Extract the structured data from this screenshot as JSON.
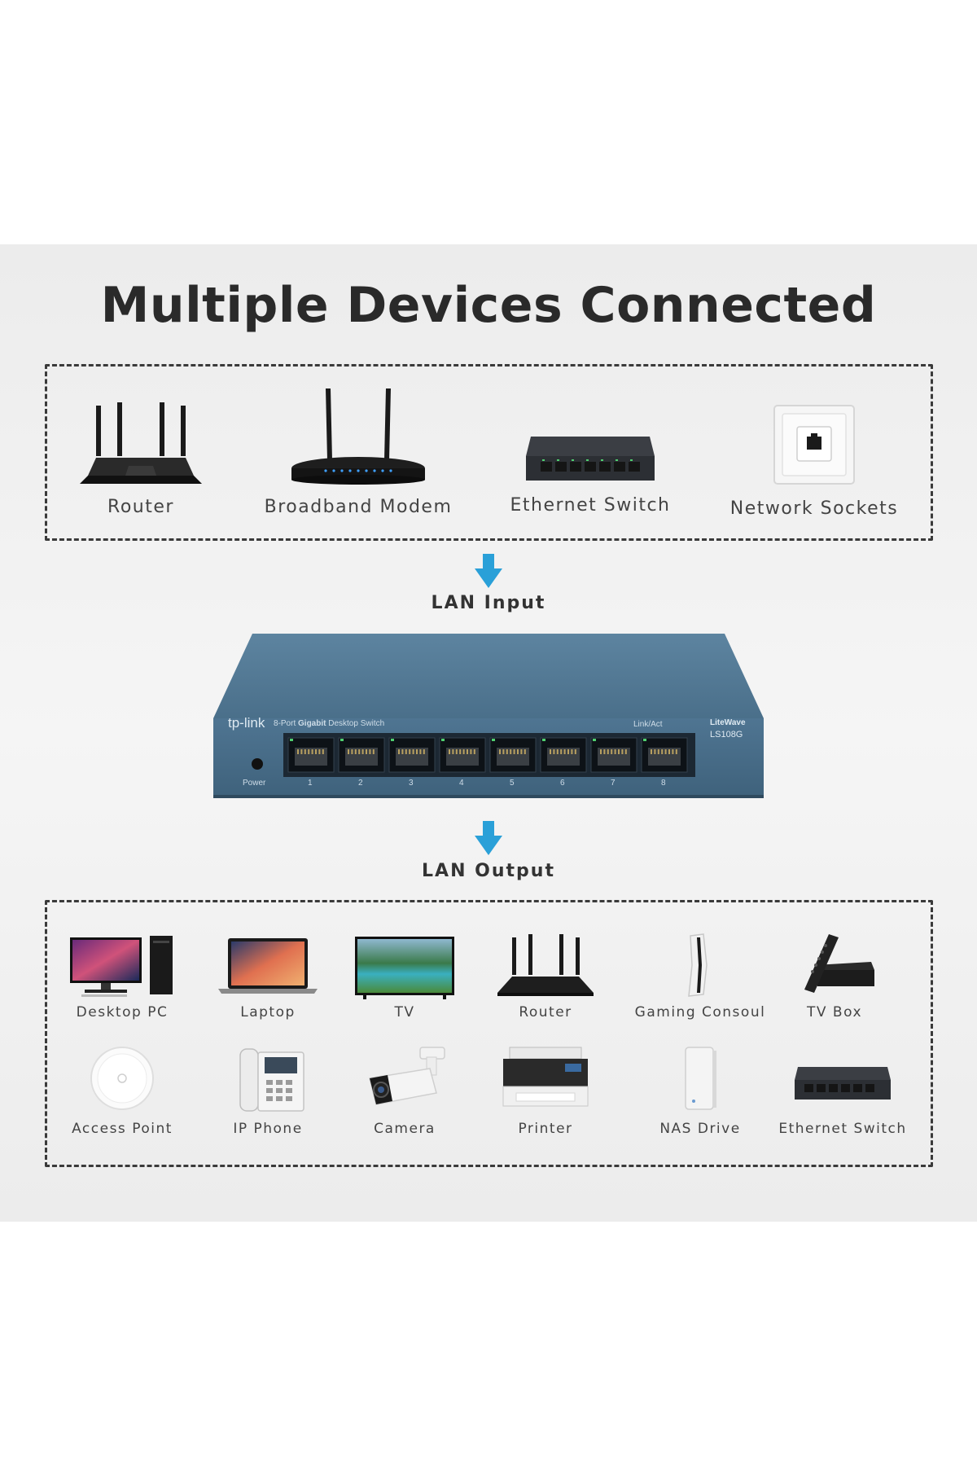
{
  "title": "Multiple Devices Connected",
  "input_devices": [
    {
      "label": "Router",
      "icon": "router-icon"
    },
    {
      "label": "Broadband Modem",
      "icon": "modem-icon"
    },
    {
      "label": "Ethernet Switch",
      "icon": "ethernet-switch-icon"
    },
    {
      "label": "Network Sockets",
      "icon": "network-socket-icon"
    }
  ],
  "lan_input": "LAN Input",
  "lan_output": "LAN Output",
  "switch": {
    "brand": "tp-link",
    "description_prefix": "8-Port ",
    "description_bold": "Gigabit",
    "description_suffix": " Desktop Switch",
    "link_act": "Link/Act",
    "series": "LiteWave",
    "model": "LS108G",
    "power_label": "Power",
    "ports": [
      "1",
      "2",
      "3",
      "4",
      "5",
      "6",
      "7",
      "8"
    ]
  },
  "output_devices_row1": [
    {
      "label": "Desktop PC",
      "icon": "desktop-pc-icon"
    },
    {
      "label": "Laptop",
      "icon": "laptop-icon"
    },
    {
      "label": "TV",
      "icon": "tv-icon"
    },
    {
      "label": "Router",
      "icon": "router-icon"
    },
    {
      "label": "Gaming Consoul",
      "icon": "gaming-console-icon"
    },
    {
      "label": "TV Box",
      "icon": "tv-box-icon"
    }
  ],
  "output_devices_row2": [
    {
      "label": "Access Point",
      "icon": "access-point-icon"
    },
    {
      "label": "IP Phone",
      "icon": "ip-phone-icon"
    },
    {
      "label": "Camera",
      "icon": "camera-icon"
    },
    {
      "label": "Printer",
      "icon": "printer-icon"
    },
    {
      "label": "NAS Drive",
      "icon": "nas-drive-icon"
    },
    {
      "label": "Ethernet Switch",
      "icon": "ethernet-switch-icon"
    }
  ],
  "colors": {
    "switch_body": "#4a6f8a",
    "arrow": "#2aa0d8",
    "dash": "#3a3a3a"
  }
}
